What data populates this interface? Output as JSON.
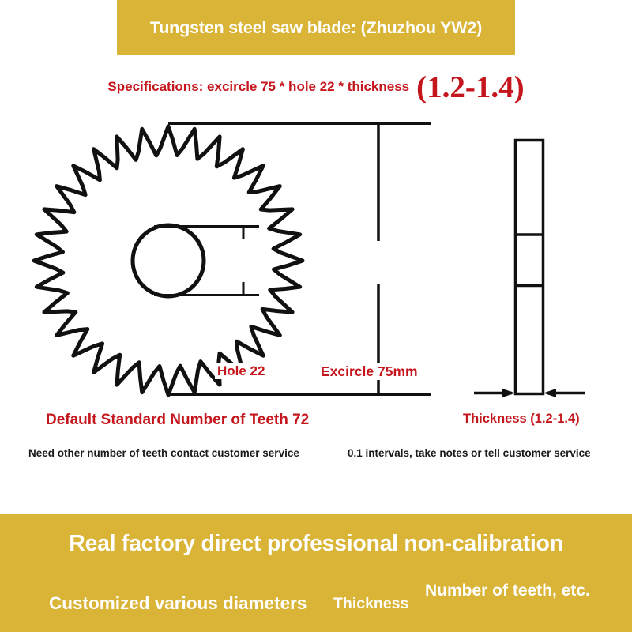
{
  "colors": {
    "banner_yellow": "#d9b436",
    "accent_red": "#c4161c",
    "line_black": "#111111",
    "background": "#ffffff",
    "banner_text": "#ffffff"
  },
  "header": {
    "title": "Tungsten steel saw blade: (Zhuzhou YW2)"
  },
  "spec": {
    "text": "Specifications: excircle 75 * hole 22 * thickness",
    "thickness_range": "(1.2-1.4)"
  },
  "diagram": {
    "hole_label": "Hole 22",
    "excircle_label": "Excircle 75mm",
    "blade_teeth_drawn": 32
  },
  "captions": {
    "teeth_title": "Default Standard Number of Teeth 72",
    "teeth_sub": "Need other number of teeth contact customer service",
    "thickness_title": "Thickness (1.2-1.4)",
    "thickness_sub": "0.1 intervals, take notes or tell customer service"
  },
  "footer": {
    "headline": "Real factory direct professional non-calibration",
    "items": [
      "Customized various diameters",
      "Thickness",
      "Number of teeth, etc."
    ]
  }
}
